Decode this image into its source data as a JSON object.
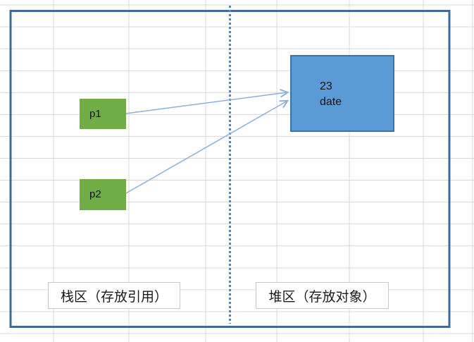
{
  "diagram": {
    "stack_area": {
      "label": "栈区（存放引用）",
      "pointers": [
        {
          "label": "p1"
        },
        {
          "label": "p2"
        }
      ]
    },
    "heap_area": {
      "label": "堆区（存放对象）",
      "object": {
        "value": "23",
        "name": "date"
      }
    },
    "colors": {
      "pointer_box_fill": "#70AD47",
      "object_box_fill": "#5B9BD5",
      "object_box_border": "#41719C",
      "outer_border": "#3A6D9E",
      "divider_dotted": "#4E86C0",
      "arrow": "#8CB0DC",
      "gridline": "#D9D9D9",
      "label_box_border": "#C8C8C8"
    }
  }
}
